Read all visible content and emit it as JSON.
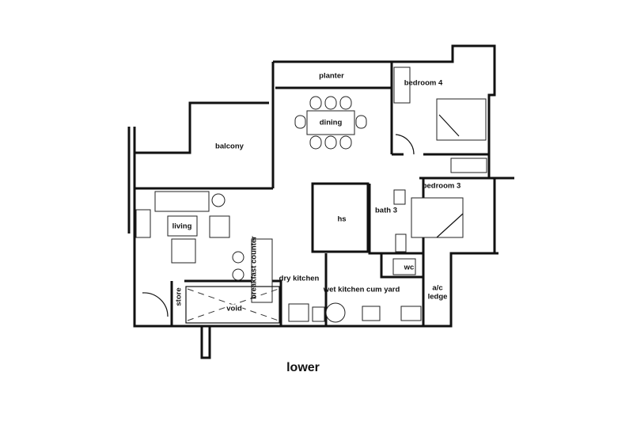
{
  "plan": {
    "title": "lower",
    "rooms": {
      "planter": "planter",
      "bedroom4": "bedroom 4",
      "dining": "dining",
      "balcony": "balcony",
      "bedroom3": "bedroom 3",
      "hs": "hs",
      "bath3": "bath 3",
      "living": "living",
      "breakfast_counter": "breakfast counter",
      "dry_kitchen": "dry kitchen",
      "wc": "wc",
      "wet_kitchen": "wet kitchen cum yard",
      "ac": "a/c",
      "ledge": "ledge",
      "store": "store",
      "void": "void"
    }
  }
}
